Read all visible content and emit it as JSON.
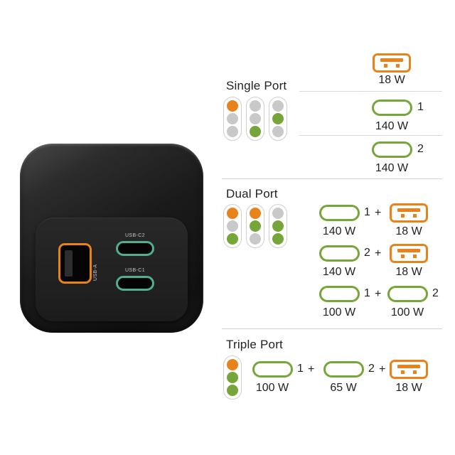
{
  "colors": {
    "orange": "#E8821B",
    "green": "#76A63A",
    "gray": "#C9C9C9",
    "usb_port_teal": "#4FAF90",
    "text": "#222222"
  },
  "device": {
    "usb_a_port_label": "USB-A",
    "usb_c1_port_label": "USB-C1",
    "usb_c2_port_label": "USB-C2"
  },
  "plus": "+",
  "single": {
    "title": "Single Port",
    "pills": [
      [
        "orange",
        "gray",
        "gray"
      ],
      [
        "gray",
        "gray",
        "green"
      ],
      [
        "gray",
        "green",
        "gray"
      ]
    ],
    "usb_a_row": {
      "watt": "18 W"
    },
    "usb_c1_row": {
      "num": "1",
      "watt": "140 W"
    },
    "usb_c2_row": {
      "num": "2",
      "watt": "140 W"
    }
  },
  "dual": {
    "title": "Dual Port",
    "pills": [
      [
        "orange",
        "gray",
        "green"
      ],
      [
        "orange",
        "green",
        "gray"
      ],
      [
        "gray",
        "green",
        "green"
      ]
    ],
    "row1": {
      "c_num": "1",
      "c_watt": "140 W",
      "a_watt": "18 W"
    },
    "row2": {
      "c_num": "2",
      "c_watt": "140 W",
      "a_watt": "18 W"
    },
    "row3": {
      "c1_num": "1",
      "c1_watt": "100 W",
      "c2_num": "2",
      "c2_watt": "100 W"
    }
  },
  "triple": {
    "title": "Triple Port",
    "pill": [
      "orange",
      "green",
      "green"
    ],
    "row": {
      "c1_num": "1",
      "c1_watt": "100 W",
      "c2_num": "2",
      "c2_watt": "65 W",
      "a_watt": "18 W"
    }
  }
}
